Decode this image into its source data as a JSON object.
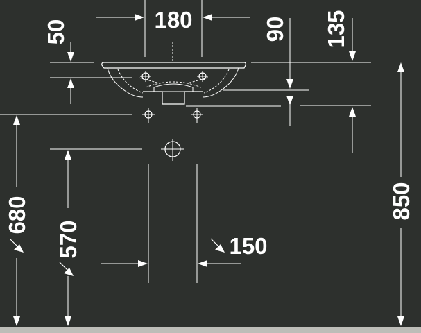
{
  "drawing": {
    "dimensions": {
      "basin_width": "180",
      "rim_height": "50",
      "tap_offset": "90",
      "drain_offset": "135",
      "waste_height": "680",
      "supply_height": "570",
      "supply_spacing": "150",
      "rim_floor_height": "850"
    },
    "colors": {
      "background": "#2d302d",
      "lines": "#ffffff",
      "floor": "#bdbdb8"
    }
  }
}
